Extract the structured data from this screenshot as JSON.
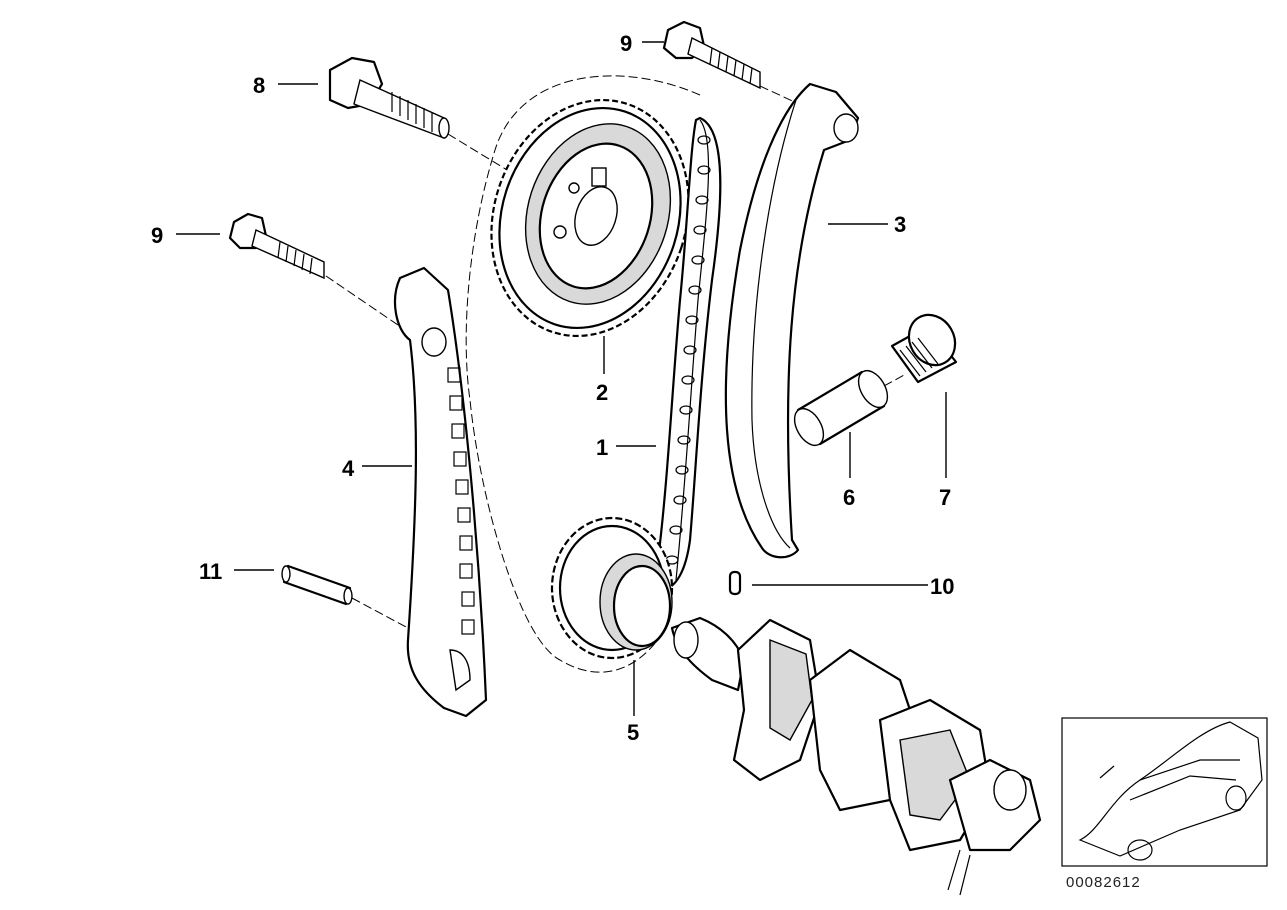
{
  "diagram": {
    "reference_id": "00082612",
    "callouts": {
      "chain": "1",
      "camshaft_sprocket": "2",
      "tensioner_rail": "3",
      "guide_rail": "4",
      "crankshaft_sprocket": "5",
      "tensioner_piston": "6",
      "screw_plug": "7",
      "sprocket_bolt": "8",
      "upper_bolt": "9",
      "left_bolt": "9",
      "dowel_pin": "10",
      "guide_pin": "11"
    }
  }
}
